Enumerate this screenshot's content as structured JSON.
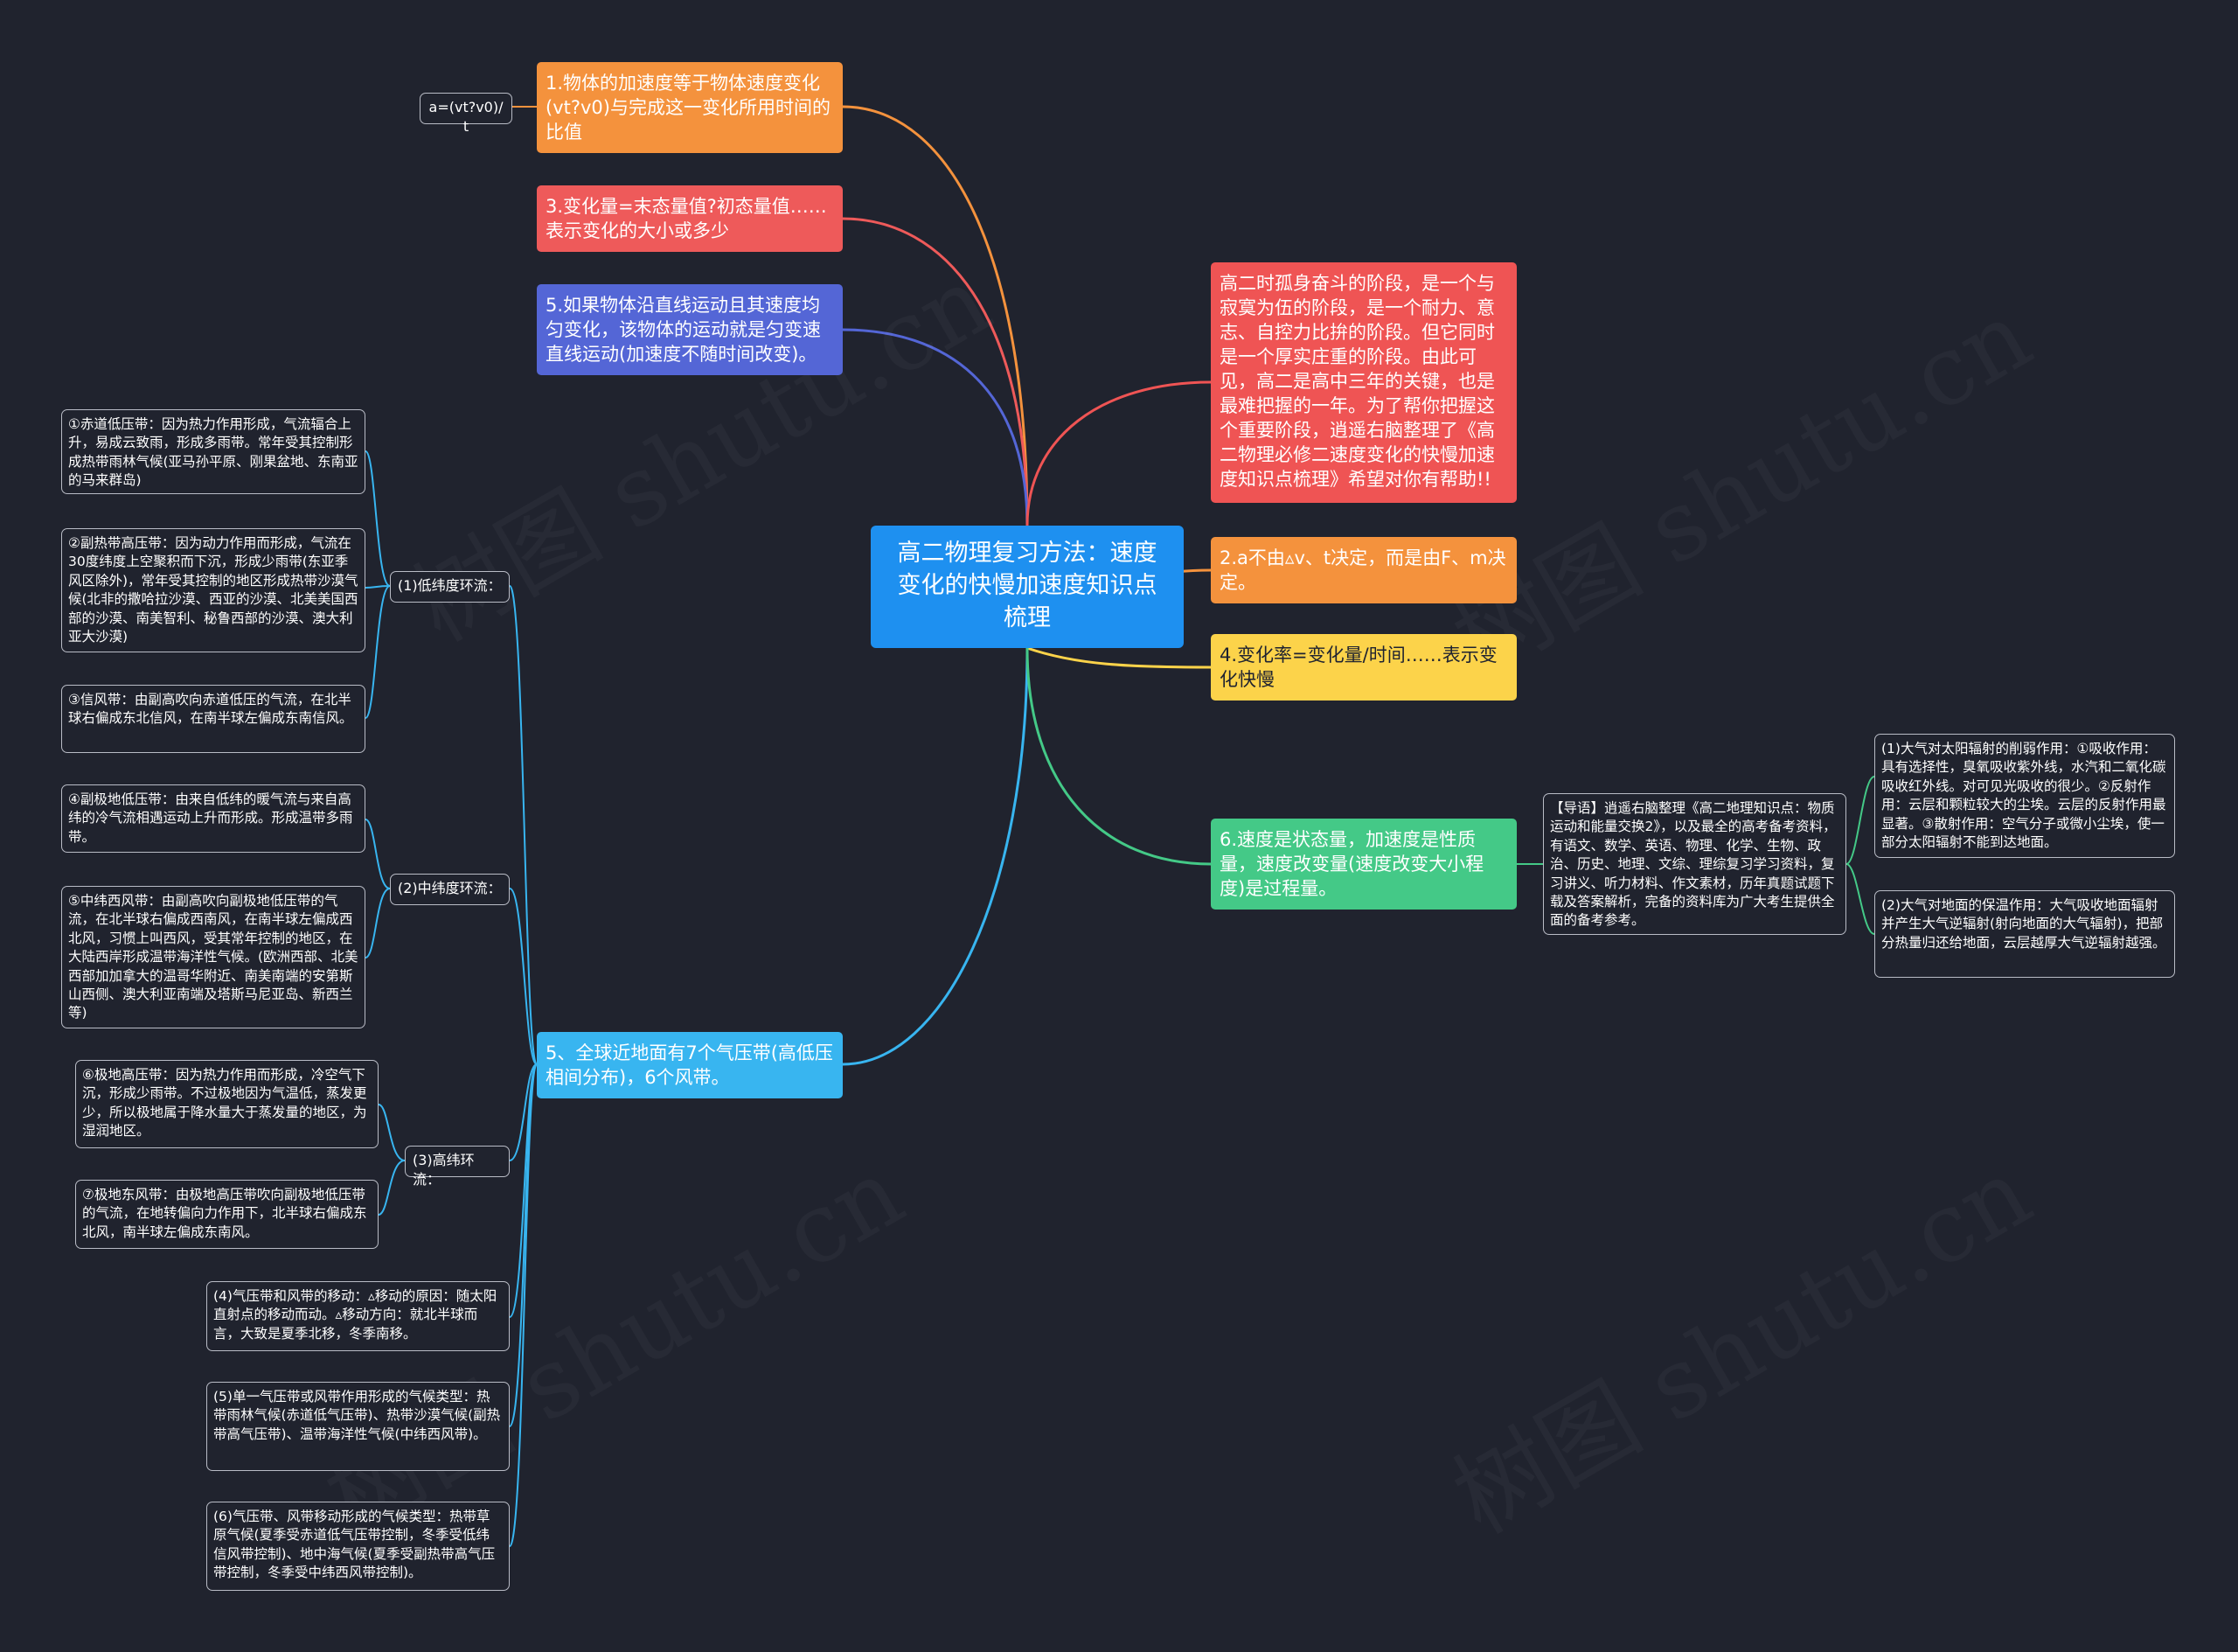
{
  "root": {
    "label": "高二物理复习方法：速度变化的快慢加速度知识点梳理",
    "color": "#1e90f0"
  },
  "left_topics": {
    "t1": {
      "label": "1.物体的加速度等于物体速度变化(vt?v0)与完成这一变化所用时间的比值",
      "color": "#f4923d"
    },
    "t3": {
      "label": "3.变化量=末态量值?初态量值……表示变化的大小或多少",
      "color": "#ee5a5a"
    },
    "t5": {
      "label": "5.如果物体沿直线运动且其速度均匀变化，该物体的运动就是匀变速直线运动(加速度不随时间改变)。",
      "color": "#5466d6"
    },
    "t5b": {
      "label": "5、全球近地面有7个气压带(高低压相间分布)，6个风带。",
      "color": "#38b5f0"
    }
  },
  "formula": {
    "label": "a=(vt?v0)/t"
  },
  "right_topics": {
    "intro": {
      "label": "高二时孤身奋斗的阶段，是一个与寂寞为伍的阶段，是一个耐力、意志、自控力比拚的阶段。但它同时是一个厚实庄重的阶段。由此可见，高二是高中三年的关键，也是最难把握的一年。为了帮你把握这个重要阶段，逍遥右脑整理了《高二物理必修二速度变化的快慢加速度知识点梳理》希望对你有帮助!!",
      "color": "#ef5454"
    },
    "t2": {
      "label": "2.a不由▵v、t决定，而是由F、m决定。",
      "color": "#f4923d"
    },
    "t4": {
      "label": "4.变化率=变化量/时间……表示变化快慢",
      "color": "#fcd34a"
    },
    "t6": {
      "label": "6.速度是状态量，加速度是性质量，速度改变量(速度改变大小程度)是过程量。",
      "color": "#44c987"
    }
  },
  "guide": {
    "label": "【导语】逍遥右脑整理《高二地理知识点：物质运动和能量交换2》，以及最全的高考备考资料，有语文、数学、英语、物理、化学、生物、政治、历史、地理、文综、理综复习学习资料，复习讲义、听力材料、作文素材，历年真题试题下载及答案解析，完备的资料库为广大考生提供全面的备考参考。"
  },
  "atmos": {
    "a1": {
      "label": "(1)大气对太阳辐射的削弱作用：①吸收作用：具有选择性，臭氧吸收紫外线，水汽和二氧化碳吸收红外线。对可见光吸收的很少。②反射作用：云层和颗粒较大的尘埃。云层的反射作用最显著。③散射作用：空气分子或微小尘埃，使一部分太阳辐射不能到达地面。"
    },
    "a2": {
      "label": "(2)大气对地面的保温作用：大气吸收地面辐射并产生大气逆辐射(射向地面的大气辐射)，把部分热量归还给地面，云层越厚大气逆辐射越强。"
    }
  },
  "circulation": {
    "low": {
      "label": "(1)低纬度环流："
    },
    "mid": {
      "label": "(2)中纬度环流："
    },
    "high": {
      "label": "(3)高纬环流："
    }
  },
  "belts": {
    "b1": {
      "label": "①赤道低压带：因为热力作用形成，气流辐合上升，易成云致雨，形成多雨带。常年受其控制形成热带雨林气候(亚马孙平原、刚果盆地、东南亚的马来群岛)"
    },
    "b2": {
      "label": "②副热带高压带：因为动力作用而形成，气流在30度纬度上空聚积而下沉，形成少雨带(东亚季风区除外)，常年受其控制的地区形成热带沙漠气候(北非的撒哈拉沙漠、西亚的沙漠、北美美国西部的沙漠、南美智利、秘鲁西部的沙漠、澳大利亚大沙漠)"
    },
    "b3": {
      "label": "③信风带：由副高吹向赤道低压的气流，在北半球右偏成东北信风，在南半球左偏成东南信风。"
    },
    "b4": {
      "label": "④副极地低压带：由来自低纬的暖气流与来自高纬的冷气流相遇运动上升而形成。形成温带多雨带。"
    },
    "b5": {
      "label": "⑤中纬西风带：由副高吹向副极地低压带的气流，在北半球右偏成西南风，在南半球左偏成西北风，习惯上叫西风，受其常年控制的地区，在大陆西岸形成温带海洋性气候。(欧洲西部、北美西部加加拿大的温哥华附近、南美南端的安第斯山西侧、澳大利亚南端及塔斯马尼亚岛、新西兰等)"
    },
    "b6": {
      "label": "⑥极地高压带：因为热力作用而形成，冷空气下沉，形成少雨带。不过极地因为气温低，蒸发更少，所以极地属于降水量大于蒸发量的地区，为湿润地区。"
    },
    "b7": {
      "label": "⑦极地东风带：由极地高压带吹向副极地低压带的气流，在地转偏向力作用下，北半球右偏成东北风，南半球左偏成东南风。"
    }
  },
  "extra": {
    "e4": {
      "label": "(4)气压带和风带的移动：▵移动的原因：随太阳直射点的移动而动。▵移动方向：就北半球而言，大致是夏季北移，冬季南移。"
    },
    "e5": {
      "label": "(5)单一气压带或风带作用形成的气候类型：热带雨林气候(赤道低气压带)、热带沙漠气候(副热带高气压带)、温带海洋性气候(中纬西风带)。"
    },
    "e6": {
      "label": "(6)气压带、风带移动形成的气候类型：热带草原气候(夏季受赤道低气压带控制，冬季受低纬信风带控制)、地中海气候(夏季受副热带高气压带控制，冬季受中纬西风带控制)。"
    }
  },
  "watermark": "树图 shutu.cn"
}
